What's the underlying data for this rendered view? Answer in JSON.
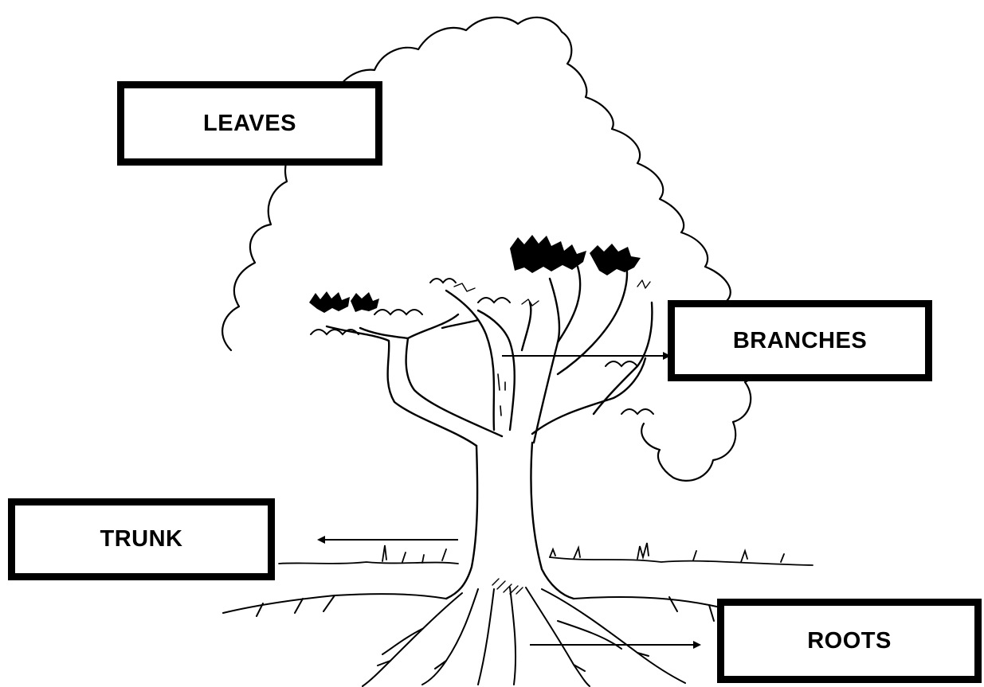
{
  "labels": {
    "leaves": "LEAVES",
    "branches": "BRANCHES",
    "trunk": "TRUNK",
    "roots": "ROOTS"
  },
  "colors": {
    "ink": "#000000",
    "paper": "#ffffff"
  }
}
